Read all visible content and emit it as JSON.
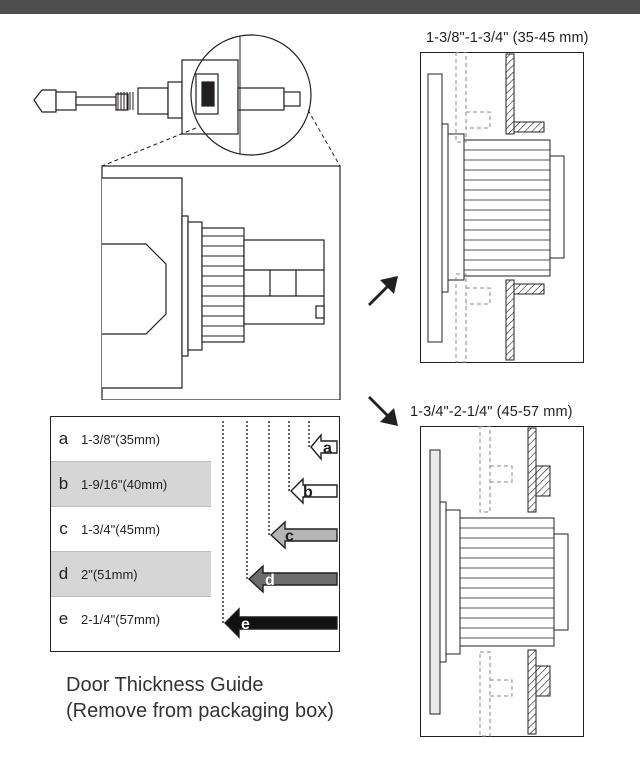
{
  "header": {
    "title": ""
  },
  "exploded_view": {
    "label_top": "1-3/8\"-1-3/4\" (35-45 mm)",
    "label_bottom": "1-3/4\"-2-1/4\" (45-57 mm)"
  },
  "guide": {
    "rows": [
      {
        "letter": "a",
        "size": "1-3/8\"(35mm)",
        "arrow_color": "#ffffff"
      },
      {
        "letter": "b",
        "size": "1-9/16\"(40mm)",
        "arrow_color": "#ffffff"
      },
      {
        "letter": "c",
        "size": "1-3/4\"(45mm)",
        "arrow_color": "#b5b5b5"
      },
      {
        "letter": "d",
        "size": "2\"(51mm)",
        "arrow_color": "#6d6d6d"
      },
      {
        "letter": "e",
        "size": "2-1/4\"(57mm)",
        "arrow_color": "#111111"
      }
    ],
    "caption_line1": "Door Thickness Guide",
    "caption_line2": "(Remove from packaging box)"
  }
}
